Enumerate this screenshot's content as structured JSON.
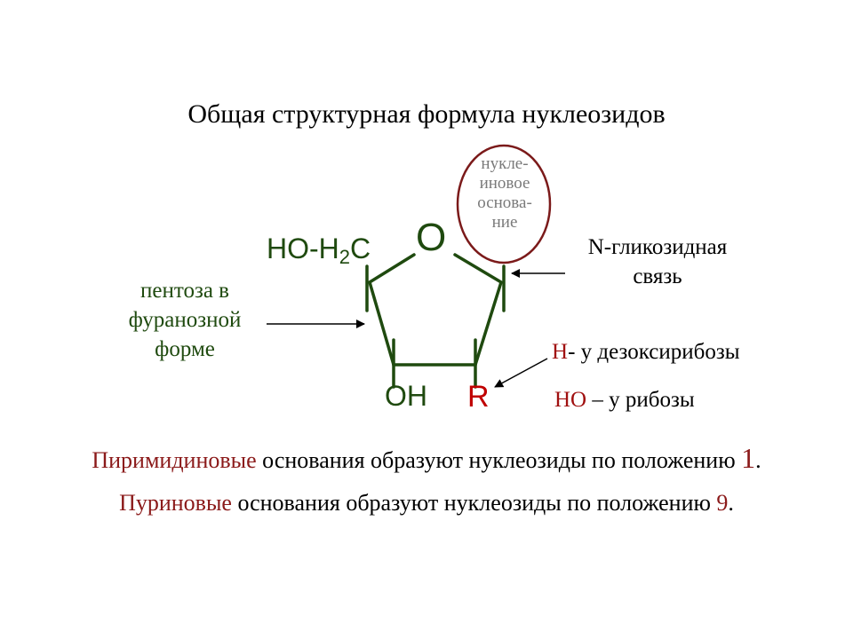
{
  "title": "Общая структурная формула нуклеозидов",
  "ring_labels": {
    "ch2_prefix": "HO-H",
    "ch2_sub": "2",
    "ch2_suffix": "C",
    "oxygen": "O",
    "oh": "OH",
    "r": "R"
  },
  "base_label": [
    "нукле-",
    "иновое",
    "основа-",
    "ние"
  ],
  "pentose_label": [
    "пентоза в",
    "фуранозной",
    "форме"
  ],
  "glycosidic_label": [
    "N-гликозидная",
    "связь"
  ],
  "deoxyribose": {
    "prefix": "H",
    "text": "- у дезоксирибозы"
  },
  "ribose": {
    "prefix": "HO",
    "text": " – у рибозы"
  },
  "note1": {
    "colored": "Пиримидиновые",
    "text": " основания образуют нуклеозиды по положению ",
    "number": "1",
    "end": "."
  },
  "note2": {
    "colored": "Пуриновые",
    "text": " основания образуют нуклеозиды по положению ",
    "number": "9",
    "end": "."
  },
  "colors": {
    "ring": "#1f4a0f",
    "accent_red": "#c00000",
    "text_darkred": "#8b1a1a",
    "base_circle": "#7b1a1a"
  }
}
